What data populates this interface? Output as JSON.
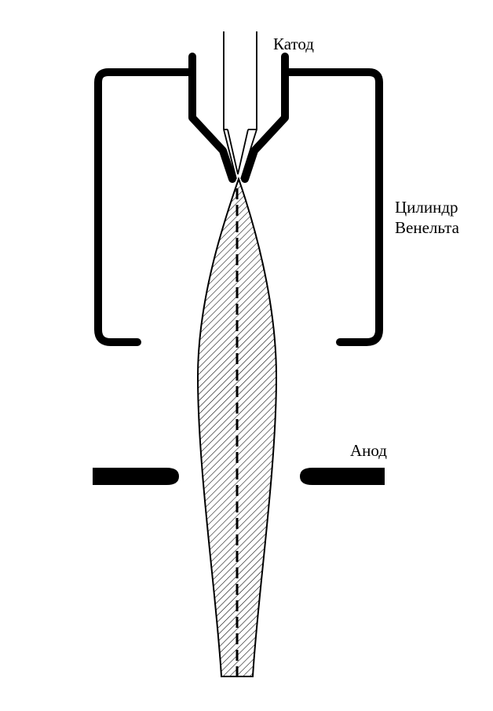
{
  "labels": {
    "cathode": "Катод",
    "wehnelt_line1": "Цилиндр",
    "wehnelt_line2": "Венельта",
    "anode": "Анод"
  },
  "colors": {
    "ink": "#000000",
    "background": "#ffffff"
  }
}
